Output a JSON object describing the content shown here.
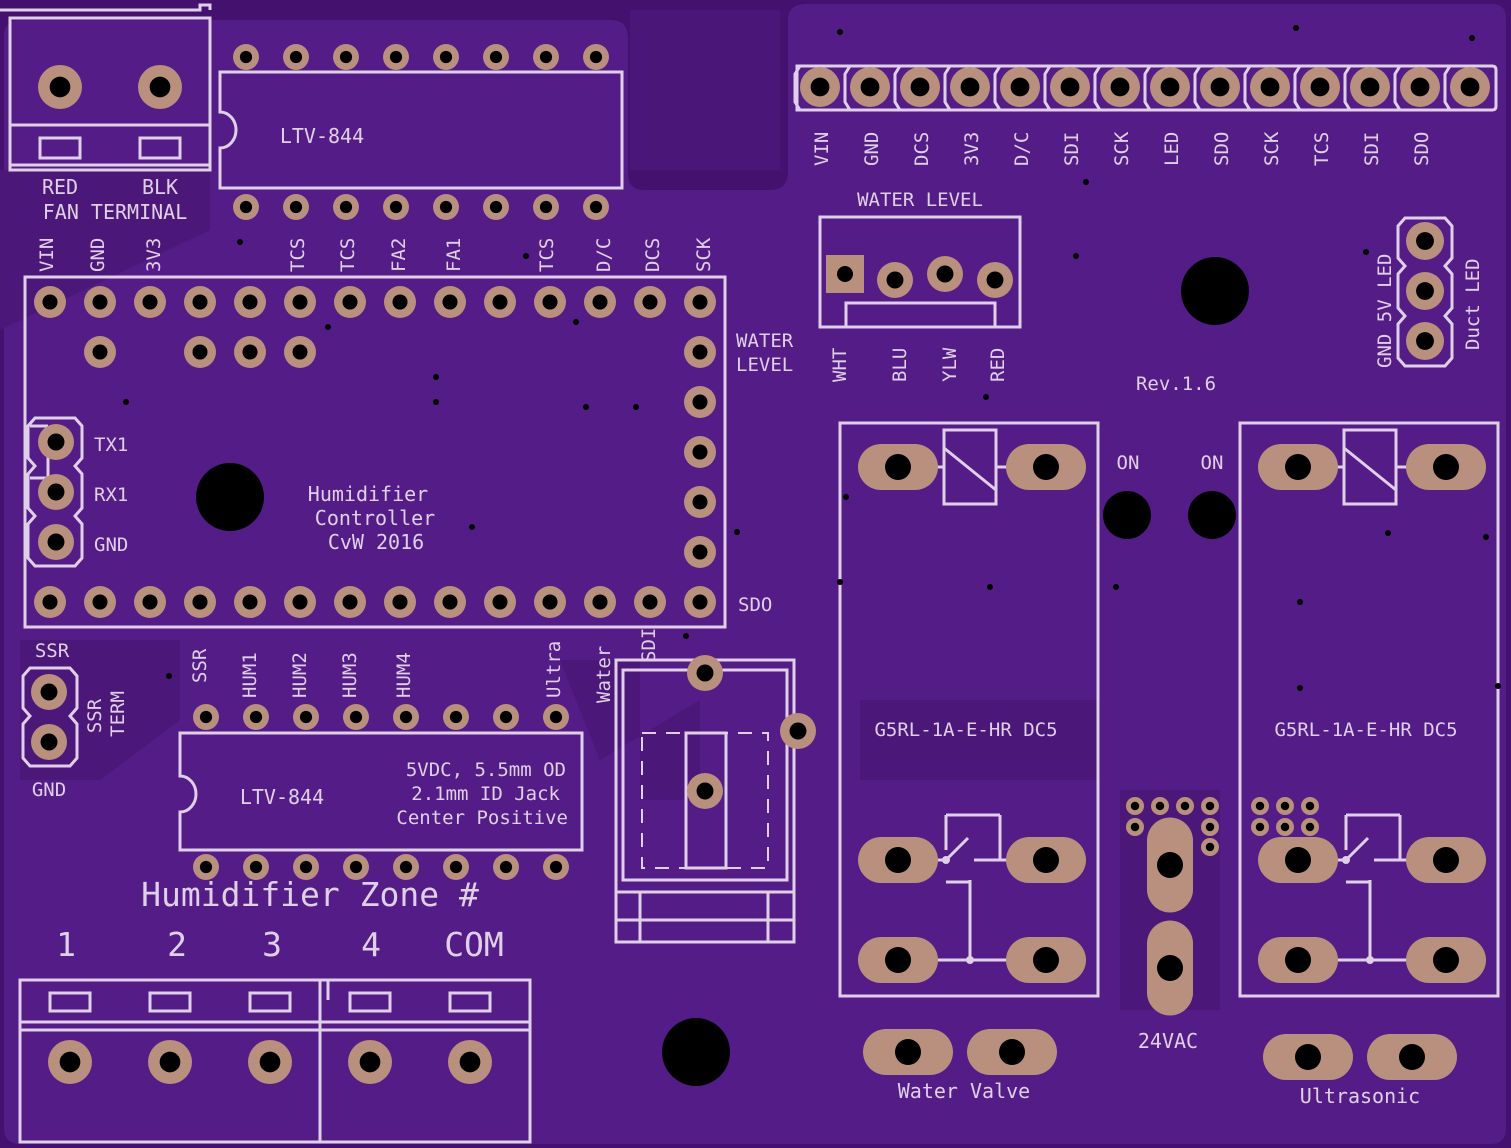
{
  "board": {
    "rev": "Rev.1.6",
    "title_lines": [
      "Humidifier",
      "Controller",
      "CvW 2016"
    ],
    "colors": {
      "board": "#44126e",
      "pour": "#531c86",
      "silk": "#e0cfe8",
      "pad": "#b8907d",
      "hole": "#000000"
    }
  },
  "fan_terminal": {
    "left": "RED",
    "right": "BLK",
    "caption": "FAN TERMINAL"
  },
  "top_ic": {
    "label": "LTV-844"
  },
  "bottom_ic": {
    "label": "LTV-844"
  },
  "header_top_labels": [
    "VIN",
    "GND",
    "DCS",
    "3V3",
    "D/C",
    "SDI",
    "SCK",
    "LED",
    "SDO",
    "SCK",
    "TCS",
    "SDI",
    "SDO"
  ],
  "mcu_top_labels": [
    "VIN",
    "GND",
    "3V3",
    "TCS",
    "TCS",
    "FA2",
    "FA1",
    "TCS",
    "D/C",
    "DCS",
    "SCK"
  ],
  "mcu_right_labels": {
    "water_level_1": "WATER",
    "water_level_2": "LEVEL",
    "sdo": "SDO"
  },
  "serial_labels": [
    "TX1",
    "RX1",
    "GND"
  ],
  "water_level": {
    "title": "WATER LEVEL",
    "wires": [
      "WHT",
      "BLU",
      "YLW",
      "RED"
    ]
  },
  "led_header": {
    "left": "GND 5V LED",
    "right": "Duct LED"
  },
  "leds": [
    "ON",
    "ON"
  ],
  "relays": [
    "G5RL-1A-E-HR DC5",
    "G5RL-1A-E-HR DC5"
  ],
  "ssr": {
    "top": "SSR",
    "term_1": "SSR",
    "term_2": "TERM",
    "bottom": "GND"
  },
  "mcu_bottom_labels": [
    "SSR",
    "HUM1",
    "HUM2",
    "HUM3",
    "HUM4",
    "Ultra",
    "Water",
    "SDI"
  ],
  "jack_note": [
    "5VDC, 5.5mm OD",
    "2.1mm ID Jack",
    "Center Positive"
  ],
  "zone": {
    "title": "Humidifier Zone #",
    "numbers": [
      "1",
      "2",
      "3",
      "4",
      "COM"
    ]
  },
  "power": {
    "label": "24VAC"
  },
  "outputs": {
    "water_valve": "Water Valve",
    "ultrasonic": "Ultrasonic"
  }
}
